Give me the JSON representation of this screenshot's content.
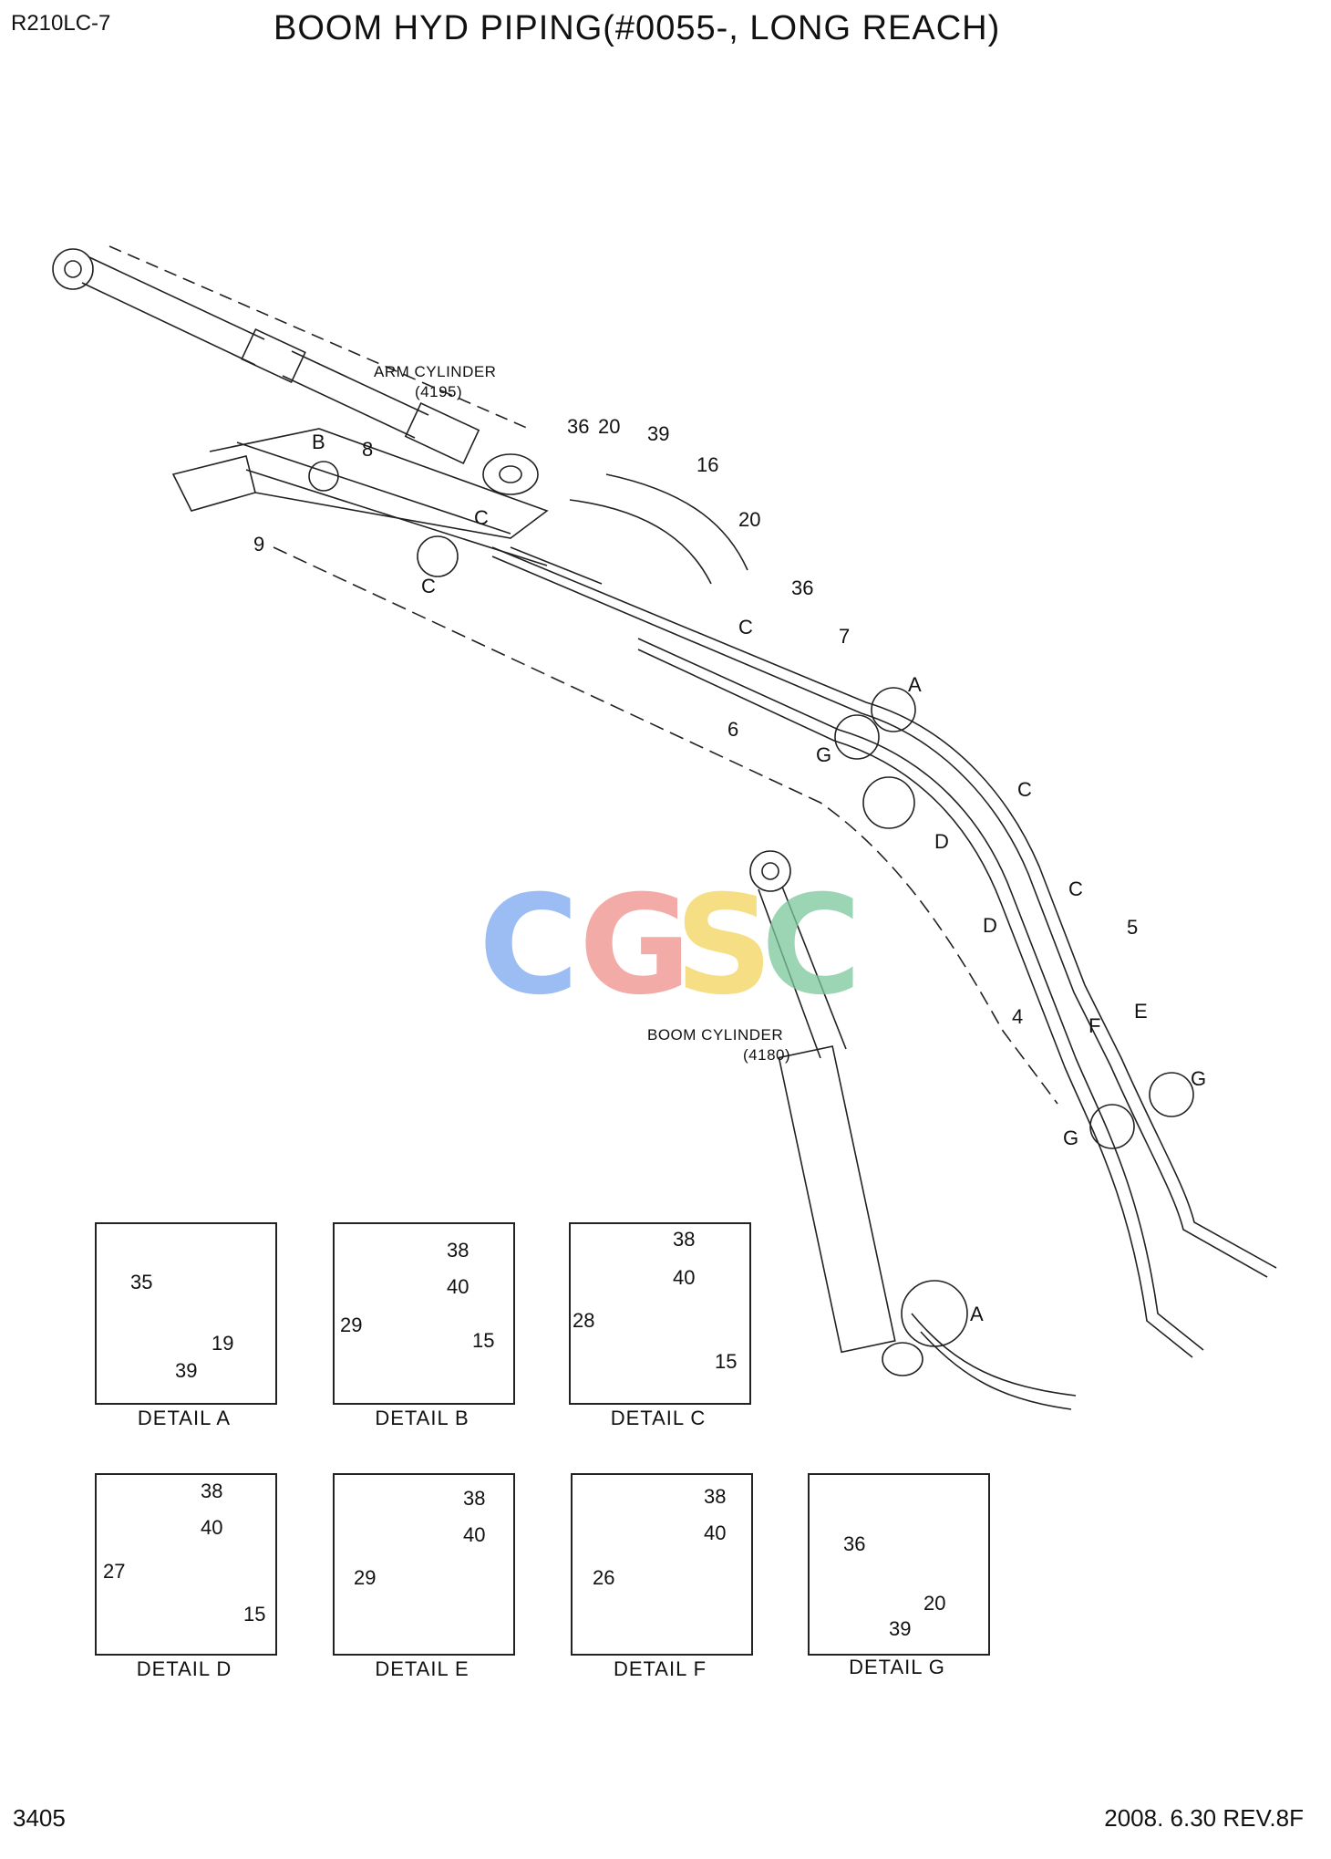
{
  "header": {
    "model": "R210LC-7",
    "title": "BOOM HYD PIPING(#0055-, LONG REACH)"
  },
  "footer": {
    "page": "3405",
    "date_rev": "2008. 6.30  REV.8F"
  },
  "components": [
    {
      "name": "ARM CYLINDER",
      "code": "(4195)"
    },
    {
      "name": "BOOM CYLINDER",
      "code": "(4180)"
    }
  ],
  "callouts": {
    "c36a": "36",
    "c20a": "20",
    "c39": "39",
    "c16": "16",
    "c20b": "20",
    "c36b": "36",
    "c8": "8",
    "c9": "9",
    "cB": "B",
    "cC1": "C",
    "cC2": "C",
    "cC3": "C",
    "c7": "7",
    "c6": "6",
    "cA1": "A",
    "cG1": "G",
    "cC4": "C",
    "cD1": "D",
    "cC5": "C",
    "cD2": "D",
    "c5": "5",
    "c4": "4",
    "cF": "F",
    "cE": "E",
    "cG2": "G",
    "cG3": "G",
    "cA2": "A"
  },
  "watermark": {
    "letters": [
      "C",
      "G",
      "S",
      "C"
    ],
    "colors": [
      "#7aa7f0",
      "#f0908a",
      "#f3d45c",
      "#7cc79a"
    ]
  },
  "details": [
    {
      "label": "DETAIL  A",
      "parts": [
        "35",
        "19",
        "39"
      ]
    },
    {
      "label": "DETAIL  B",
      "parts": [
        "38",
        "40",
        "29",
        "15"
      ]
    },
    {
      "label": "DETAIL  C",
      "parts": [
        "38",
        "40",
        "28",
        "15"
      ]
    },
    {
      "label": "DETAIL  D",
      "parts": [
        "38",
        "40",
        "27",
        "15"
      ]
    },
    {
      "label": "DETAIL  E",
      "parts": [
        "38",
        "40",
        "29"
      ]
    },
    {
      "label": "DETAIL  F",
      "parts": [
        "38",
        "40",
        "26"
      ]
    },
    {
      "label": "DETAIL  G",
      "parts": [
        "36",
        "20",
        "39"
      ]
    }
  ]
}
